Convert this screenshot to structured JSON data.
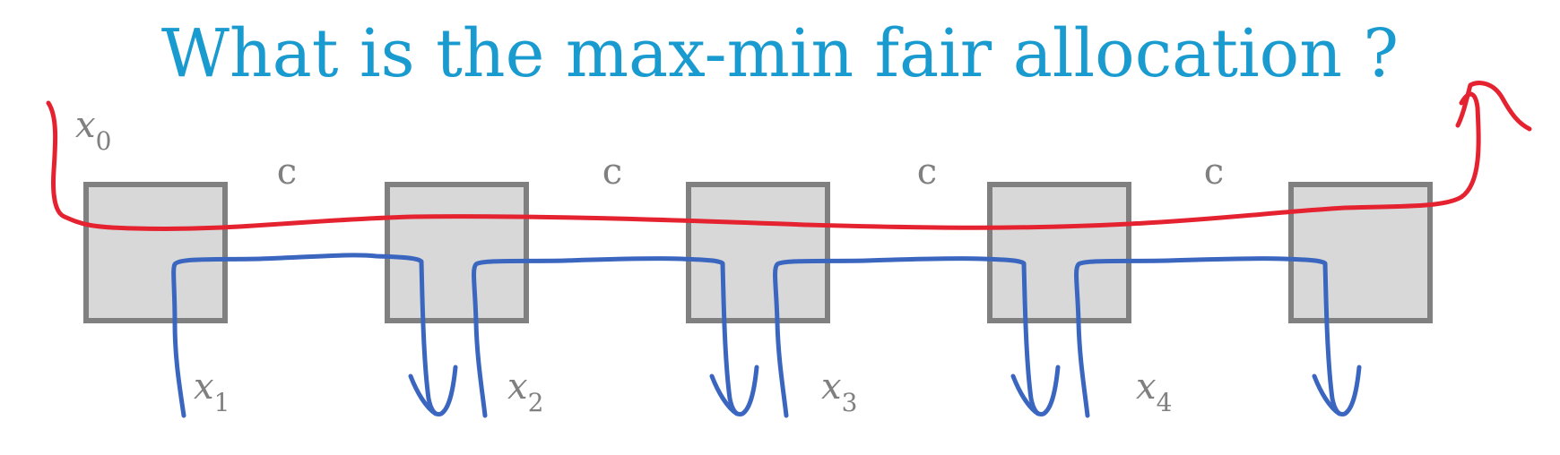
{
  "title": "What is the max-min fair allocation ?",
  "link_capacity_label": "c",
  "flows": [
    {
      "var": "x",
      "sub": "0"
    },
    {
      "var": "x",
      "sub": "1"
    },
    {
      "var": "x",
      "sub": "2"
    },
    {
      "var": "x",
      "sub": "3"
    },
    {
      "var": "x",
      "sub": "4"
    }
  ],
  "colors": {
    "title": "#1a9bd0",
    "long_flow": "#e52330",
    "short_flows": "#3a66c0",
    "node_fill": "#d8d8d8",
    "node_stroke": "#808080",
    "label": "#808080"
  }
}
